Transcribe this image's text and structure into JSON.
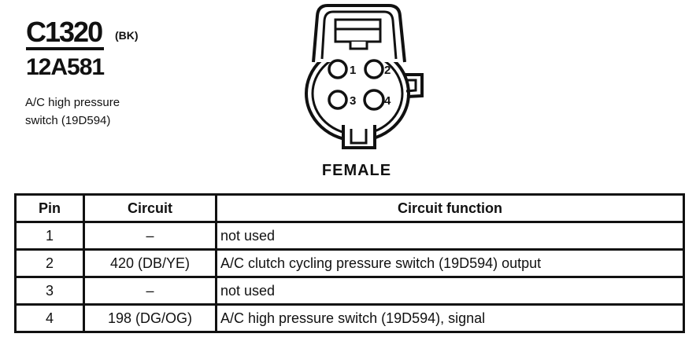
{
  "header": {
    "connector_id": "C1320",
    "connector_color": "(BK)",
    "part_number": "12A581",
    "description_line1": "A/C high pressure",
    "description_line2": "switch (19D594)"
  },
  "connector": {
    "gender_label": "FEMALE",
    "pins": [
      "1",
      "2",
      "3",
      "4"
    ]
  },
  "table": {
    "headers": {
      "pin": "Pin",
      "circuit": "Circuit",
      "function": "Circuit function"
    },
    "rows": [
      {
        "pin": "1",
        "circuit": "–",
        "function": "not used"
      },
      {
        "pin": "2",
        "circuit": "420 (DB/YE)",
        "function": "A/C clutch cycling pressure switch (19D594) output"
      },
      {
        "pin": "3",
        "circuit": "–",
        "function": "not used"
      },
      {
        "pin": "4",
        "circuit": "198 (DG/OG)",
        "function": "A/C high pressure switch (19D594), signal"
      }
    ]
  },
  "colors": {
    "ink": "#111111",
    "paper": "#ffffff"
  }
}
